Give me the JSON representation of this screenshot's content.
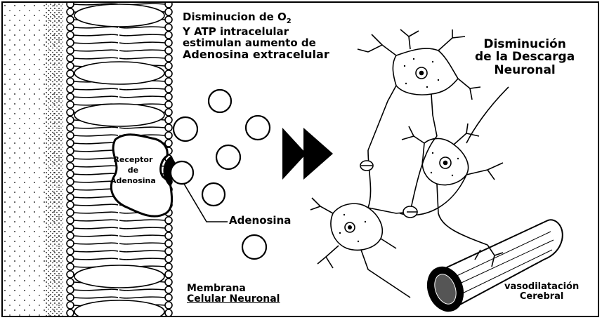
{
  "labels": {
    "stimulus_line1": "Disminucion de O",
    "stimulus_o2_sub": "2",
    "stimulus_line2": "Y ATP intracelular",
    "stimulus_line3": "estimulan aumento de",
    "stimulus_line4": "Adenosina extracelular",
    "discharge_line1": "Disminución",
    "discharge_line2": "de la Descarga",
    "discharge_line3": "Neuronal",
    "receptor_line1": "Receptor",
    "receptor_line2": "de",
    "receptor_line3": "Adenosina",
    "adenosine_label": "Adenosina",
    "membrane_line1": "Membrana",
    "membrane_line2": "Celular Neuronal",
    "vasodilation_line1": "vasodilatación",
    "vasodilation_line2": "Cerebral"
  },
  "colors": {
    "ink": "#000000",
    "paper": "#ffffff"
  }
}
